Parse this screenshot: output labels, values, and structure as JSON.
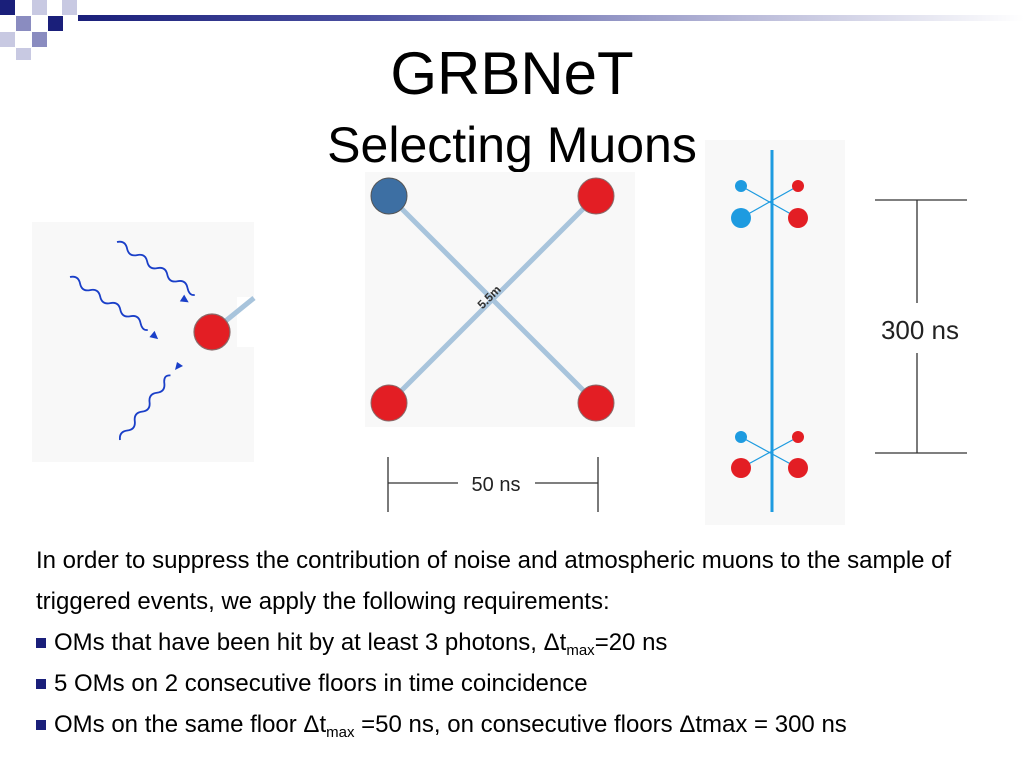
{
  "slide": {
    "title": "GRBNeT",
    "subtitle": "Selecting Muons",
    "colors": {
      "accent": "#1a1f7a",
      "om_red": "#e31e24",
      "om_blue_dark": "#3d6fa3",
      "om_blue_light": "#1e9be0",
      "line_light_blue": "#a8c4dc"
    }
  },
  "figure": {
    "distance_label": "5.5m",
    "time_label_50": "50 ns",
    "time_label_300": "300 ns"
  },
  "text": {
    "intro": "In order to suppress the contribution of noise and atmospheric muons to the sample of triggered events, we apply the following requirements:",
    "bullet1_prefix": "OMs that have been hit by at least 3 photons, Δt",
    "bullet1_sub": "max",
    "bullet1_suffix": "=20 ns",
    "bullet2": "5 OMs on 2 consecutive floors in time coincidence",
    "bullet3_prefix": "OMs on the same floor Δt",
    "bullet3_sub": "max",
    "bullet3_suffix": " =50 ns, on consecutive floors Δtmax = 300 ns"
  }
}
